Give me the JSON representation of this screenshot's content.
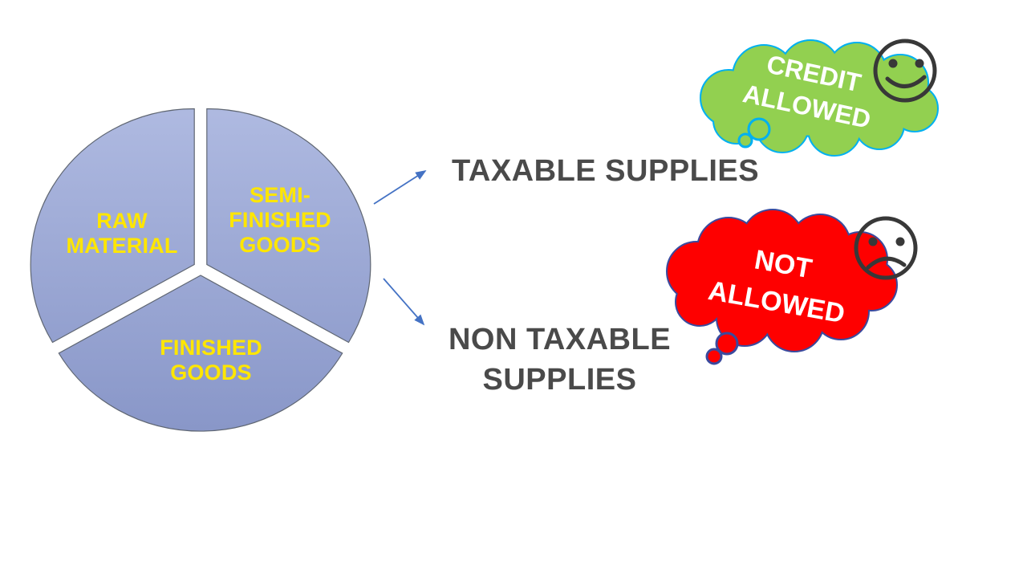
{
  "diagram": {
    "title_hint": "Input tax credit flow: goods pie to supply types",
    "pie": {
      "segments": [
        {
          "id": "raw-material",
          "lines": [
            "RAW",
            "MATERIAL"
          ]
        },
        {
          "id": "semi-finished-goods",
          "lines": [
            "SEMI-",
            "FINISHED",
            "GOODS"
          ]
        },
        {
          "id": "finished-goods",
          "lines": [
            "FINISHED",
            "GOODS"
          ]
        }
      ],
      "label_color": "#FFE600",
      "fill_top": "#AFBAE1",
      "fill_bottom": "#8795C7",
      "outline_color": "#5f6672"
    },
    "branches": [
      {
        "id": "taxable",
        "lines": [
          "TAXABLE SUPPLIES"
        ]
      },
      {
        "id": "non-taxable",
        "lines": [
          "NON TAXABLE",
          "SUPPLIES"
        ]
      }
    ],
    "text_color": "#4a4a4a",
    "arrow_color": "#4472C4",
    "bubbles": [
      {
        "id": "credit-allowed",
        "lines": [
          "CREDIT",
          "ALLOWED"
        ],
        "fill": "#92D050",
        "outline": "#00B0F0",
        "mood": "happy"
      },
      {
        "id": "not-allowed",
        "lines": [
          "NOT",
          "ALLOWED"
        ],
        "fill": "#FE0000",
        "outline": "#3A4A9E",
        "mood": "sad"
      }
    ],
    "face_color": "#383838"
  }
}
